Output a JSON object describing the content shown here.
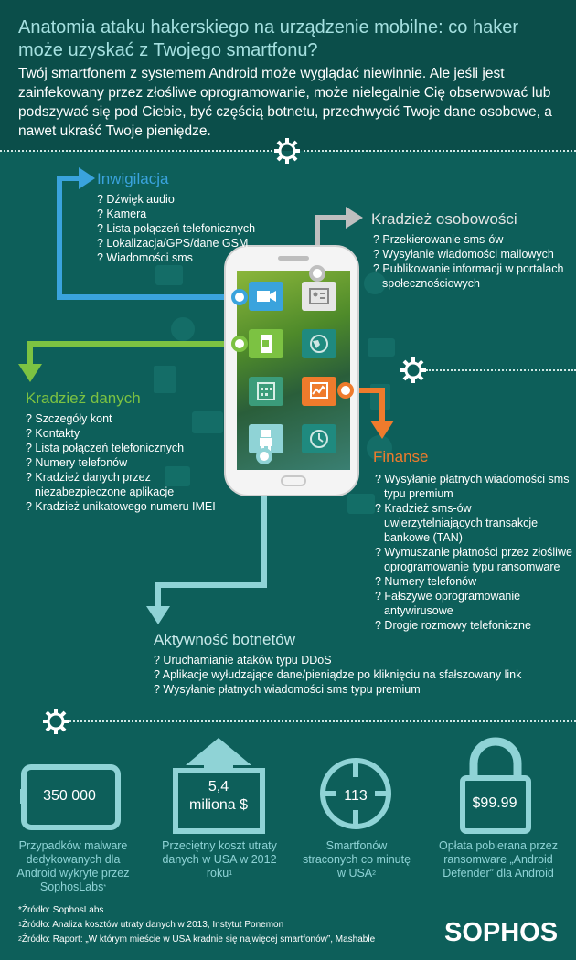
{
  "header": {
    "title": "Anatomia ataku hakerskiego na urządzenie mobilne: co haker może uzyskać z Twojego smartfonu?",
    "intro": "Twój smartfonem z systemem Android może wyglądać niewinnie. Ale jeśli jest zainfekowany przez złośliwe oprogramowanie, może nielegalnie Cię obserwować lub podszywać się pod Ciebie, być częścią botnetu, przechwycić Twoje dane osobowe, a nawet ukraść Twoje pieniędze."
  },
  "colors": {
    "background": "#0d5f5a",
    "header_background": "#0b4e4a",
    "blue": "#3aa3dd",
    "grey": "#cfcfcf",
    "green": "#7cc242",
    "orange": "#ef7b2c",
    "teal": "#8fd3d6"
  },
  "sections": {
    "surveillance": {
      "title": "Inwigilacja",
      "items": [
        "? Dźwięk audio",
        "? Kamera",
        "? Lista połączeń telefonicznych",
        "? Lokalizacja/GPS/dane GSM",
        "? Wiadomości sms"
      ]
    },
    "identity": {
      "title": "Kradzież osobowości",
      "items": [
        "? Przekierowanie sms-ów",
        "? Wysyłanie wiadomości mailowych",
        "? Publikowanie informacji w portalach społecznościowych"
      ]
    },
    "data_theft": {
      "title": "Kradzież danych",
      "items": [
        "? Szczegóły kont",
        "? Kontakty",
        "? Lista połączeń telefonicznych",
        "? Numery telefonów",
        "? Kradzież danych przez niezabezpieczone aplikacje",
        "? Kradzież unikatowego numeru IMEI"
      ]
    },
    "finance": {
      "title": "Finanse",
      "items": [
        "? Wysyłanie płatnych wiadomości sms typu premium",
        "? Kradzież sms-ów uwierzytelniających transakcje bankowe (TAN)",
        "? Wymuszanie płatności przez złośliwe oprogramowanie typu ransomware",
        "? Numery telefonów",
        "? Fałszywe oprogramowanie antywirusowe",
        "? Drogie rozmowy telefoniczne"
      ]
    },
    "botnet": {
      "title": "Aktywność botnetów",
      "items": [
        "? Uruchamianie ataków typu DDoS",
        "? Aplikacje wyłudzające dane/pieniądze po kliknięciu na sfałszowany link",
        "? Wysyłanie płatnych wiadomości sms typu premium"
      ]
    }
  },
  "icons": [
    "camera-icon",
    "contact-card-icon",
    "document-icon",
    "globe-icon",
    "calendar-icon",
    "chart-icon",
    "robot-icon",
    "clock-icon",
    "gear-icon",
    "tablet-icon",
    "upload-arrow-icon",
    "globe-grid-icon",
    "padlock-icon"
  ],
  "stats": [
    {
      "value": "350 000",
      "label": "Przypadków malware dedykowanych dla Android wykryte przez SophosLabs",
      "note": "*"
    },
    {
      "value_line1": "5,4",
      "value_line2": "miliona $",
      "label": "Przeciętny koszt utraty danych w USA w 2012 roku",
      "note": "1"
    },
    {
      "value": "113",
      "label": "Smartfonów straconych co minutę w USA",
      "note": "2"
    },
    {
      "value": "$99.99",
      "label": "Opłata pobierana przez ransomware „Android Defender” dla Android"
    }
  ],
  "footnotes": {
    "star": "*Źródło: SophosLabs",
    "one_marker": "1",
    "one": "Źródło: Analiza kosztów utraty danych w 2013, Instytut Ponemon",
    "two_marker": "2",
    "two": "Źródło: Raport: „W którym mieście w USA kradnie się najwięcej smartfonów”, Mashable"
  },
  "brand": {
    "logo": "SOPHOS"
  }
}
